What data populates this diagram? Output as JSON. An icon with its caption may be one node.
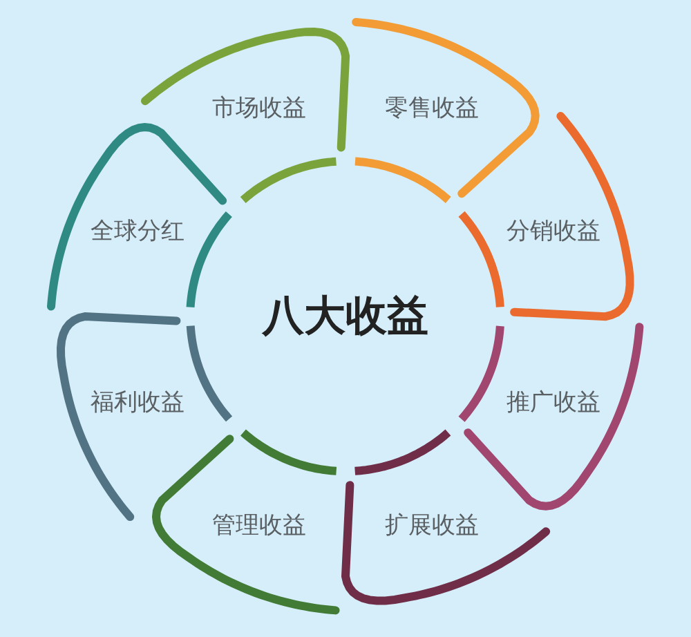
{
  "diagram": {
    "nodes": [
      {
        "text": [
          "市场收益"
        ]
      },
      {
        "text": [
          "零售收益"
        ]
      },
      {
        "text": [
          "全球分红"
        ]
      },
      {
        "text": [
          "分销收益"
        ]
      },
      {
        "text": [
          "八大收益"
        ]
      },
      {
        "text": [
          "福利收益"
        ]
      },
      {
        "text": [
          "推广收益"
        ]
      },
      {
        "text": [
          "管理收益"
        ]
      },
      {
        "text": [
          "扩展收益"
        ]
      }
    ]
  }
}
